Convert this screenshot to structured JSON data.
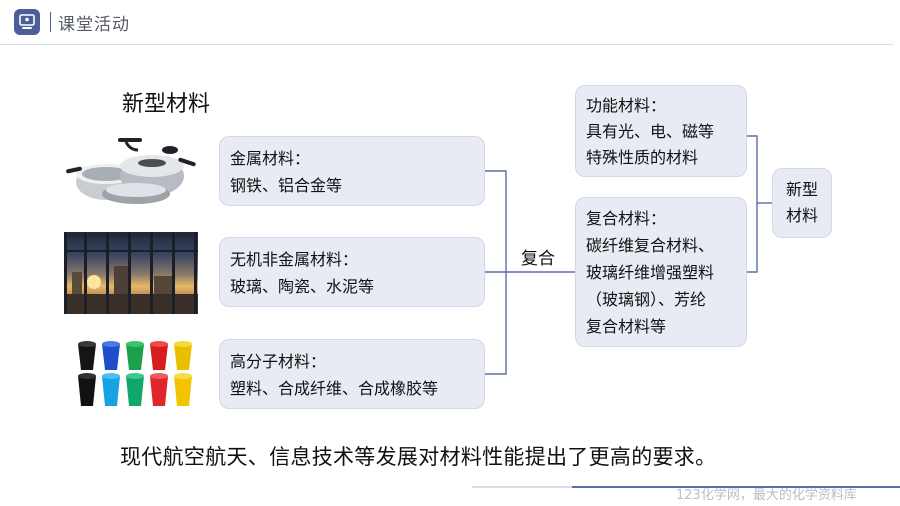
{
  "header": {
    "title": "课堂活动"
  },
  "section_title": "新型材料",
  "images": {
    "cookware": "cookware-photo",
    "building": "glass-building-photo",
    "spools": "plastic-spools-photo"
  },
  "categories": [
    {
      "line1": "金属材料：",
      "line2": "钢铁、铝合金等"
    },
    {
      "line1": "无机非金属材料：",
      "line2": "玻璃、陶瓷、水泥等"
    },
    {
      "line1": "高分子材料：",
      "line2": "塑料、合成纤维、合成橡胶等"
    }
  ],
  "compound_label": "复合",
  "functional": {
    "line1": "功能材料：",
    "line2": "具有光、电、磁等",
    "line3": "特殊性质的材料"
  },
  "composite": {
    "line1": "复合材料：",
    "line2": "碳纤维复合材料、",
    "line3": "玻璃纤维增强塑料",
    "line4": "（玻璃钢）、芳纶",
    "line5": "复合材料等"
  },
  "new_material": {
    "line1": "新型",
    "line2": "材料"
  },
  "bottom_text": "现代航空航天、信息技术等发展对材料性能提出了更高的要求。",
  "watermark": "123化学网，最大的化学资料库",
  "colors": {
    "accent": "#4a5f9a",
    "box_fill": "#e8ebf3",
    "connector": "#5b6ea8"
  }
}
